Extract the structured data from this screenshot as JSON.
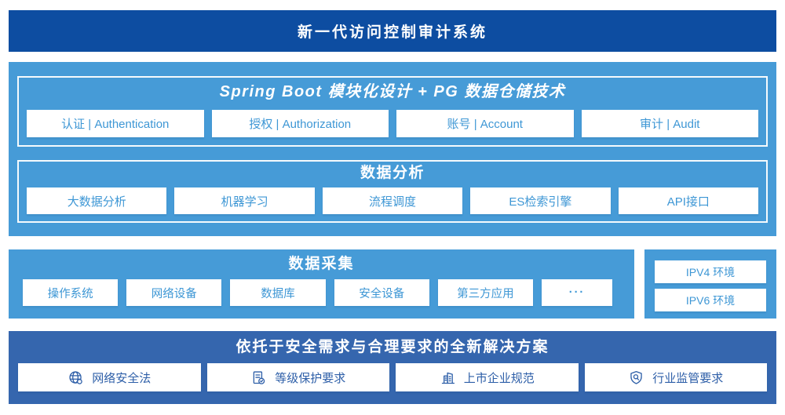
{
  "colors": {
    "header_bg": "#0D4DA1",
    "light_section_bg": "#469BD7",
    "solution_bg": "#3566AE",
    "light_box_text": "#3E97D5",
    "solution_box_text": "#2E5FA8",
    "box_bg": "#FFFFFF"
  },
  "header": {
    "title": "新一代访问控制审计系统"
  },
  "platform": {
    "spring_boot": {
      "title": "Spring Boot 模块化设计 + PG 数据仓储技术",
      "modules": [
        "认证 | Authentication",
        "授权 | Authorization",
        "账号 | Account",
        "审计 | Audit"
      ]
    },
    "analysis": {
      "title": "数据分析",
      "modules": [
        "大数据分析",
        "机器学习",
        "流程调度",
        "ES检索引擎",
        "API接口"
      ]
    }
  },
  "collection": {
    "title": "数据采集",
    "sources": [
      "操作系统",
      "网络设备",
      "数据库",
      "安全设备",
      "第三方应用",
      "···"
    ]
  },
  "network_env": {
    "items": [
      "IPV4 环境",
      "IPV6 环境"
    ]
  },
  "solution": {
    "title": "依托于安全需求与合理要求的全新解决方案",
    "items": [
      {
        "icon": "globe-icon",
        "label": "网络安全法"
      },
      {
        "icon": "checklist-check-icon",
        "label": "等级保护要求"
      },
      {
        "icon": "buildings-icon",
        "label": "上市企业规范"
      },
      {
        "icon": "shield-search-icon",
        "label": "行业监管要求"
      }
    ]
  }
}
